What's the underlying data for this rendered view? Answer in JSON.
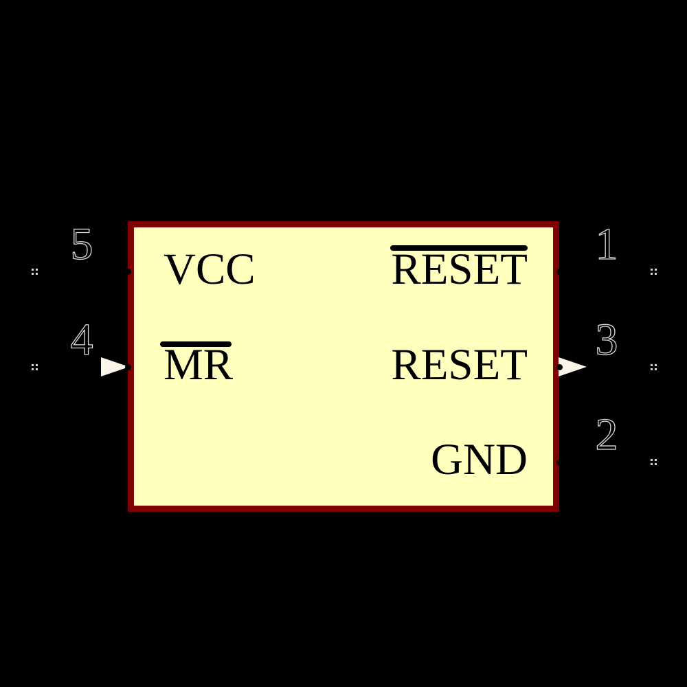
{
  "theme": {
    "bg": "#000000",
    "body_fill": "#FFFFBE",
    "body_border": "#7E0000",
    "text": "#000000",
    "pin_line": "#000000",
    "arrow_fill": "#FBF4E9",
    "number_fill": "#000000",
    "number_outline": "#D9D9D9",
    "marker": "#D6D6D6"
  },
  "symbol": {
    "kind": "schematic-symbol",
    "pins": {
      "left": [
        {
          "number": "5",
          "name": "VCC",
          "overline": false,
          "decoration": "none"
        },
        {
          "number": "4",
          "name": "MR",
          "overline": true,
          "decoration": "input-arrow"
        }
      ],
      "right": [
        {
          "number": "1",
          "name": "RESET",
          "overline": true,
          "decoration": "none"
        },
        {
          "number": "3",
          "name": "RESET",
          "overline": false,
          "decoration": "output-arrow"
        },
        {
          "number": "2",
          "name": "GND",
          "overline": false,
          "decoration": "none"
        }
      ]
    }
  }
}
